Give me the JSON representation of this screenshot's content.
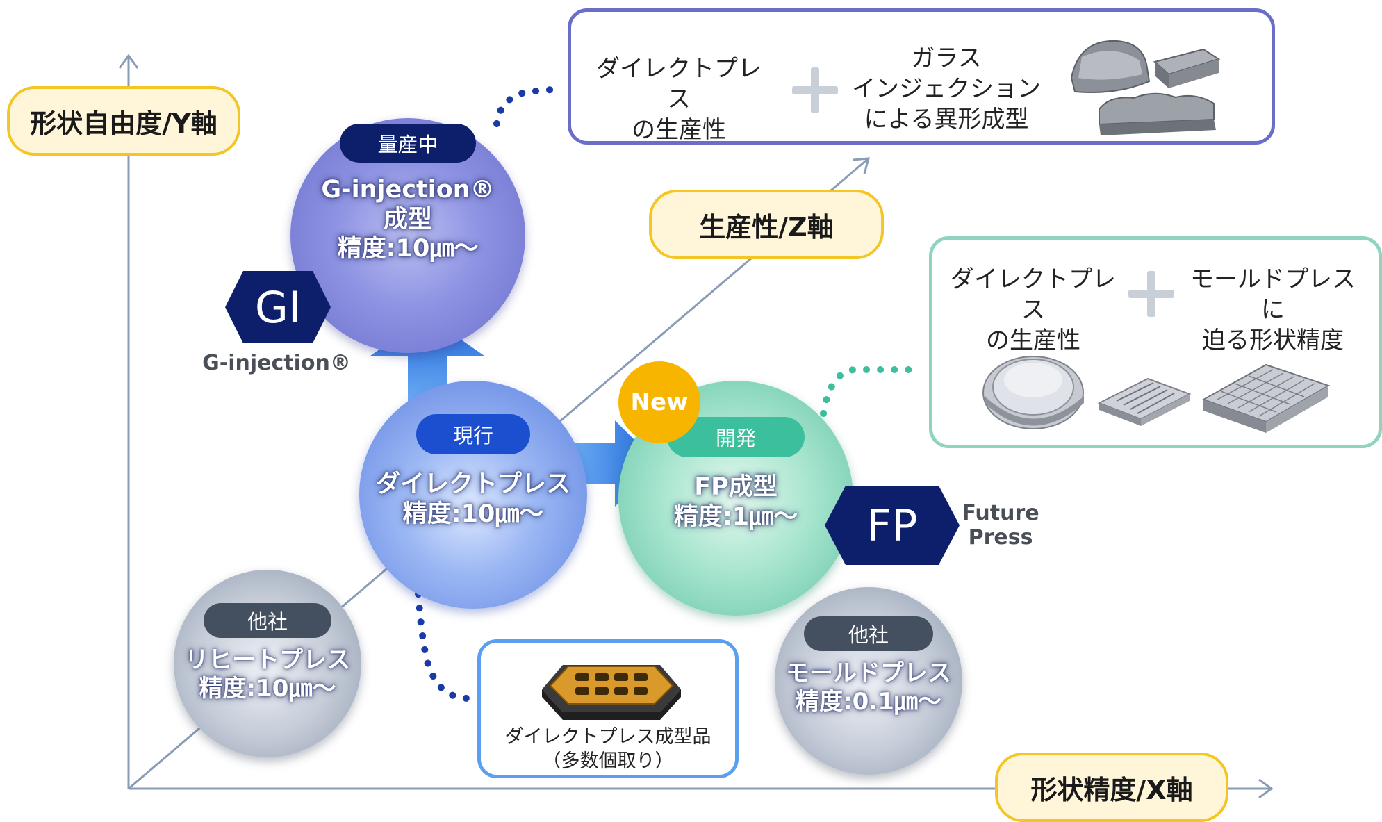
{
  "axes": {
    "y_label": "形状自由度/Y軸",
    "z_label": "生産性/Z軸",
    "x_label": "形状精度/X軸"
  },
  "gi_circle": {
    "badge": "量産中",
    "title_line1": "G-injection®",
    "title_line2": "成型",
    "precision": "精度:10㎛〜",
    "hex_text": "GI",
    "hex_caption": "G-injection®"
  },
  "direct_circle": {
    "badge": "現行",
    "title": "ダイレクトプレス",
    "precision": "精度:10㎛〜"
  },
  "fp_circle": {
    "new_badge": "New",
    "badge": "開発",
    "title": "FP成型",
    "precision": "精度:1㎛〜",
    "hex_text": "FP",
    "caption_line1": "Future",
    "caption_line2": "Press"
  },
  "repeat_circle": {
    "badge": "他社",
    "title": "リヒートプレス",
    "precision": "精度:10㎛〜"
  },
  "mold_circle": {
    "badge": "他社",
    "title": "モールドプレス",
    "precision": "精度:0.1㎛〜"
  },
  "gi_box": {
    "left_line1": "ダイレクトプレス",
    "left_line2": "の生産性",
    "right_line1": "ガラス",
    "right_line2": "インジェクション",
    "right_line3": "による異形成型"
  },
  "fp_box": {
    "left_line1": "ダイレクトプレス",
    "left_line2": "の生産性",
    "right_line1": "モールドプレスに",
    "right_line2": "迫る形状精度"
  },
  "product_box": {
    "caption_line1": "ダイレクトプレス成型品",
    "caption_line2": "（多数個取り）"
  },
  "colors": {
    "axis": "#8a9bb5",
    "gi_border": "#6b6ec9",
    "fp_border": "#8fd3c0",
    "product_border": "#5aa0ee",
    "label_fill": "#fff6d9",
    "label_border": "#f3c624",
    "navy": "#0d1f6b",
    "dot_blue": "#1a3aa8",
    "dot_teal": "#3cbf9c"
  }
}
